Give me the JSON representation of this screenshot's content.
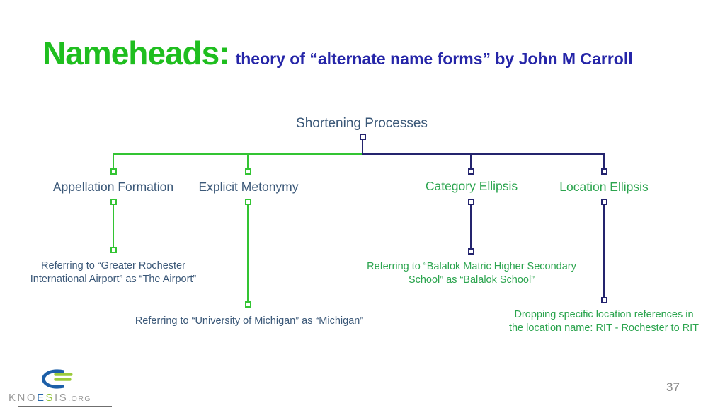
{
  "slide": {
    "title": {
      "main": "Nameheads:",
      "sub": "theory of “alternate name forms” by John M Carroll"
    },
    "page_number": "37"
  },
  "tree": {
    "root_label": "Shortening Processes",
    "branches": [
      {
        "label": "Appellation Formation",
        "example": "Referring to “Greater Rochester\nInternational Airport” as “The Airport”"
      },
      {
        "label": "Explicit Metonymy",
        "example": "Referring to “University of Michigan” as “Michigan”"
      },
      {
        "label": "Category Ellipsis",
        "example": "Referring to “Balalok Matric Higher Secondary\nSchool” as “Balalok School”"
      },
      {
        "label": "Location Ellipsis",
        "example": "Dropping specific location references in\nthe location name: RIT - Rochester to RIT"
      }
    ]
  },
  "logo": {
    "kno": "KNO",
    "e": "E",
    "s": "S",
    "is": "IS",
    "org": ".ORG"
  },
  "colors": {
    "title_green": "#1FBE1F",
    "title_blue": "#2525A8",
    "line_green": "#33C433",
    "line_navy": "#24246E",
    "label_slate": "#3B5878",
    "text_green": "#2BA44E"
  }
}
